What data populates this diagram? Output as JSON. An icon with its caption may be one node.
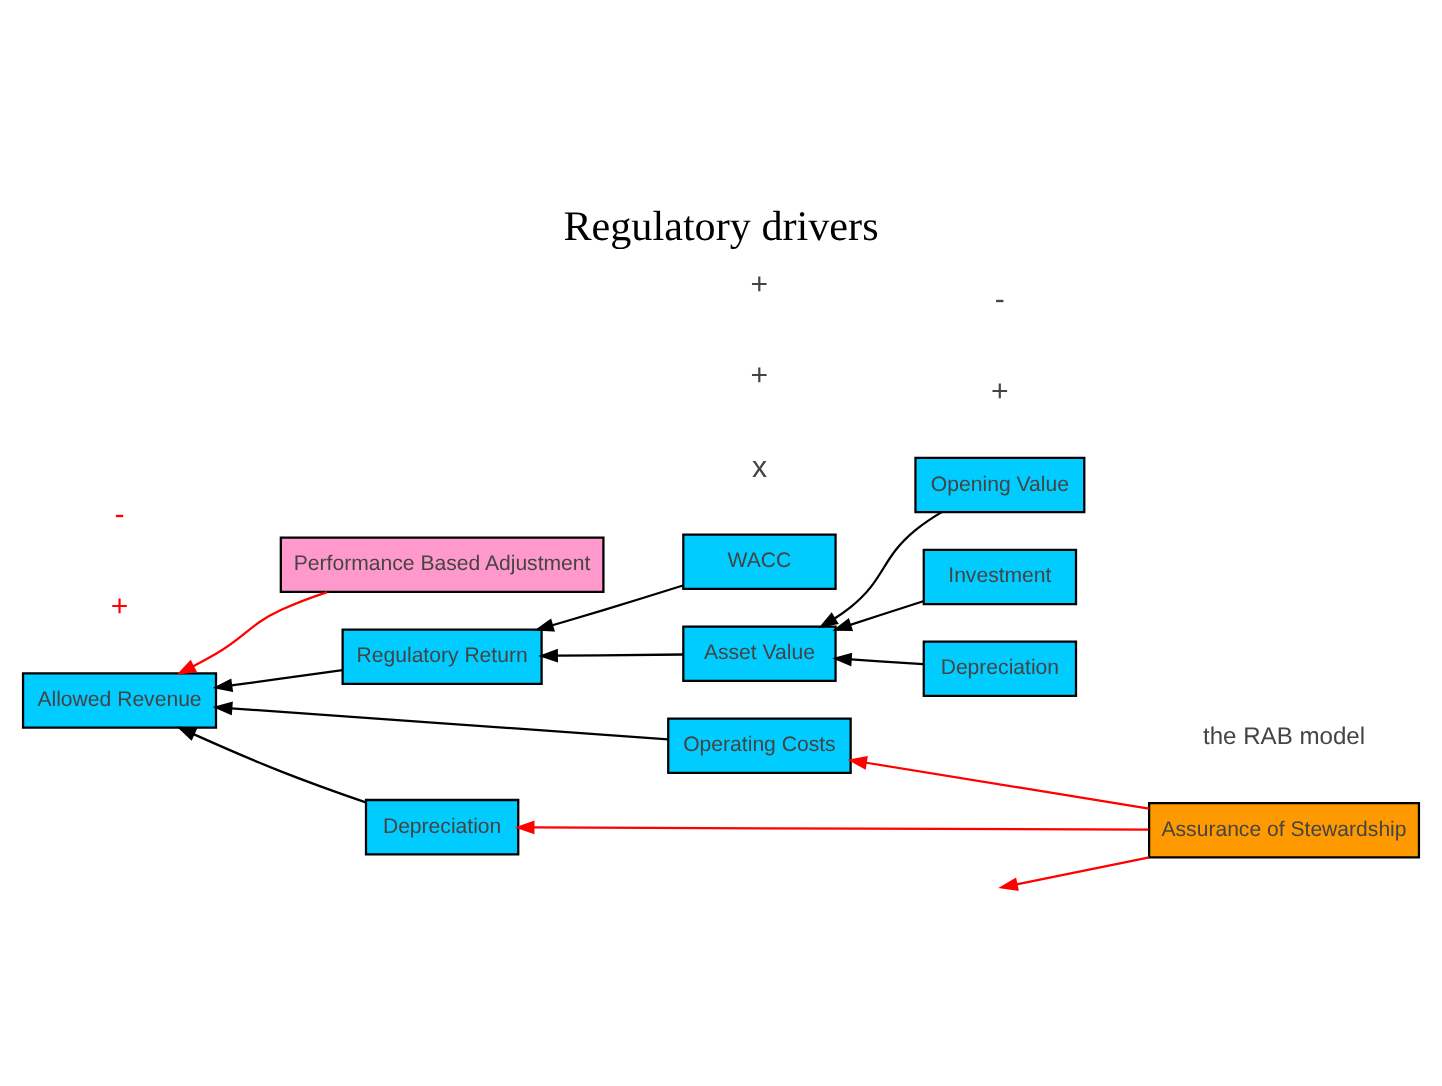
{
  "diagram": {
    "title": "Regulatory drivers",
    "nodes": [
      {
        "text": [
          "Performance Based Adjustment"
        ]
      },
      {
        "text": [
          "Regulatory Return"
        ]
      },
      {
        "text": [
          "WACC"
        ]
      },
      {
        "text": [
          "Opening Value"
        ]
      },
      {
        "text": [
          "Allowed Revenue"
        ]
      },
      {
        "text": [
          "Operating Costs"
        ]
      },
      {
        "text": [
          "Asset Value"
        ]
      },
      {
        "text": [
          "Investment"
        ]
      },
      {
        "text": [
          "Assurance of Stewardship"
        ]
      },
      {
        "text": [
          "Depreciation"
        ]
      },
      {
        "text": [
          "Depreciation"
        ]
      }
    ],
    "edges": [
      {
        "from": 0,
        "to": 4,
        "arrow": "to",
        "color": "#ff0000"
      },
      {
        "from": 2,
        "to": 1,
        "arrow": "to"
      },
      {
        "from": 6,
        "to": 1,
        "arrow": "to"
      },
      {
        "from": 3,
        "to": 6,
        "arrow": "to"
      },
      {
        "from": 7,
        "to": 6,
        "arrow": "to"
      },
      {
        "from": 10,
        "to": 6,
        "arrow": "to"
      },
      {
        "from": 1,
        "to": 4,
        "arrow": "to"
      },
      {
        "from": 5,
        "to": 4,
        "arrow": "to"
      },
      {
        "from": 9,
        "to": 4,
        "arrow": "to"
      },
      {
        "from": 8,
        "to": 5,
        "arrow": "to",
        "color": "#ff0000"
      },
      {
        "from": 8,
        "to": null,
        "arrow": "to",
        "color": "#ff0000"
      },
      {
        "from": 8,
        "to": 9,
        "arrow": "to",
        "color": "#ff0000"
      }
    ],
    "labels": [
      "the RAB model",
      "+",
      "-",
      "x",
      "+",
      "+",
      "+",
      "-"
    ]
  }
}
